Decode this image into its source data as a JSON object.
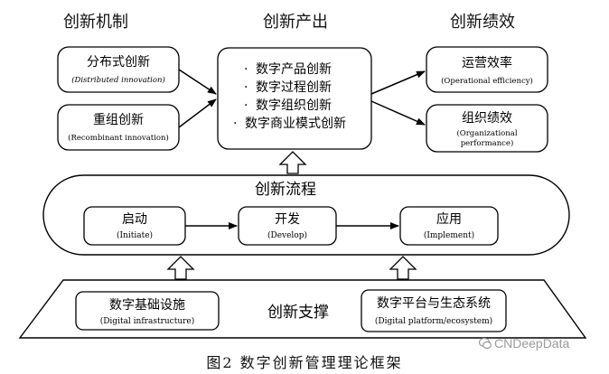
{
  "mechanism": {
    "header": "创新机制",
    "items": [
      {
        "zh": "分布式创新",
        "en": "(Distributed innovation)"
      },
      {
        "zh": "重组创新",
        "en": "(Recombinant innovation)"
      }
    ]
  },
  "output": {
    "header": "创新产出",
    "items": [
      "数字产品创新",
      "数字过程创新",
      "数字组织创新",
      "数字商业模式创新"
    ],
    "bullet": "·"
  },
  "performance": {
    "header": "创新绩效",
    "items": [
      {
        "zh": "运营效率",
        "en": "(Operational efficiency)"
      },
      {
        "zh": "组织绩效",
        "en_line1": "(Organizational",
        "en_line2": "performance)"
      }
    ]
  },
  "process": {
    "title": "创新流程",
    "steps": [
      {
        "zh": "启动",
        "en": "(Initiate)"
      },
      {
        "zh": "开发",
        "en": "(Develop)"
      },
      {
        "zh": "应用",
        "en": "(Implement)"
      }
    ]
  },
  "support": {
    "title": "创新支撑",
    "items": [
      {
        "zh": "数字基础设施",
        "en": "(Digital infrastructure)"
      },
      {
        "zh": "数字平台与生态系统",
        "en": "(Digital platform/ecosystem)"
      }
    ]
  },
  "caption": "图2 数字创新管理理论框架",
  "watermark": "CNDeepData",
  "colors": {
    "stroke": "#000000",
    "background": "#ffffff",
    "watermark": "#9a9a9a"
  }
}
